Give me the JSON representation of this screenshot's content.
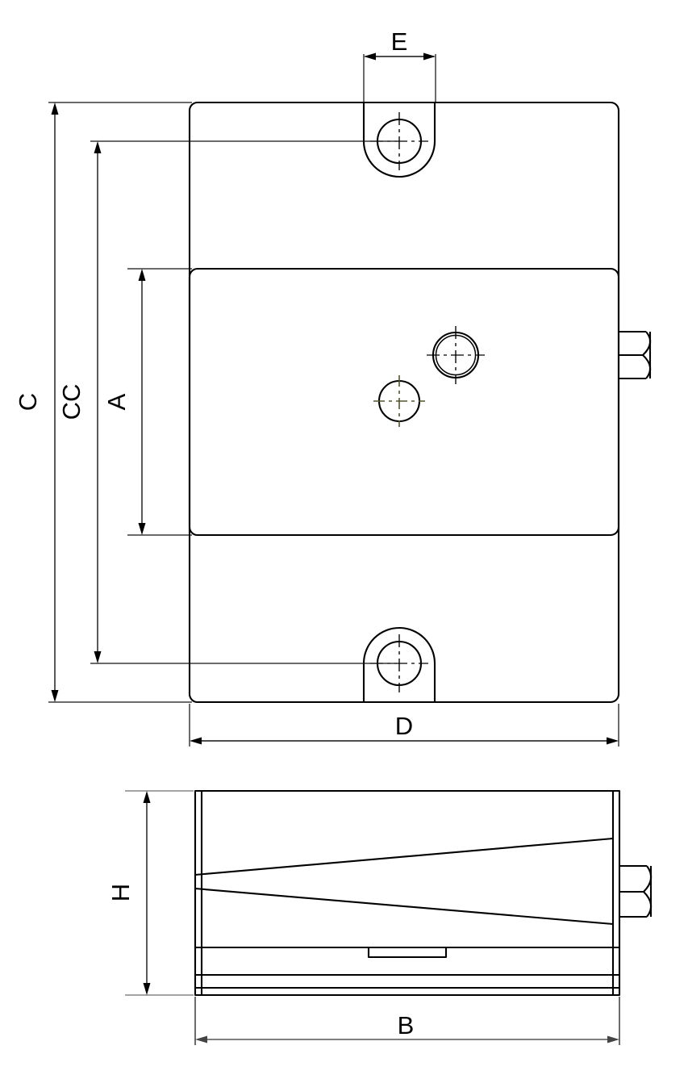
{
  "drawing": {
    "title": "Mechanical part dimensioned drawing",
    "background_color": "#ffffff",
    "line_color": "#000000",
    "centerline_color_olive": "#55552f",
    "views": [
      {
        "name": "front-view",
        "label": ""
      },
      {
        "name": "side-view",
        "label": ""
      }
    ]
  },
  "dimensions": {
    "E": {
      "label": "E",
      "orientation": "horizontal",
      "view": "front-view"
    },
    "C": {
      "label": "C",
      "orientation": "vertical",
      "view": "front-view"
    },
    "CC": {
      "label": "CC",
      "orientation": "vertical",
      "view": "front-view"
    },
    "A": {
      "label": "A",
      "orientation": "vertical",
      "view": "front-view"
    },
    "D": {
      "label": "D",
      "orientation": "horizontal",
      "view": "front-view"
    },
    "H": {
      "label": "H",
      "orientation": "vertical",
      "view": "side-view"
    },
    "B": {
      "label": "B",
      "orientation": "horizontal",
      "view": "side-view"
    }
  },
  "features": {
    "top_lug": {
      "name": "top-mounting-lug",
      "hole": "top-lug-hole"
    },
    "bottom_lug": {
      "name": "bottom-mounting-lug",
      "hole": "bottom-lug-hole"
    },
    "port_upper": {
      "name": "upper-port-hole"
    },
    "port_lower": {
      "name": "lower-port-hole"
    },
    "hex_fitting_front": {
      "name": "hex-fitting-front"
    },
    "hex_fitting_side": {
      "name": "hex-fitting-side"
    },
    "body_front": {
      "name": "body-outline-front"
    },
    "body_inner": {
      "name": "body-inner-block"
    },
    "body_side": {
      "name": "body-outline-side"
    },
    "taper_side": {
      "name": "tapered-wedge-side"
    },
    "slot_side": {
      "name": "base-slot-side"
    }
  }
}
